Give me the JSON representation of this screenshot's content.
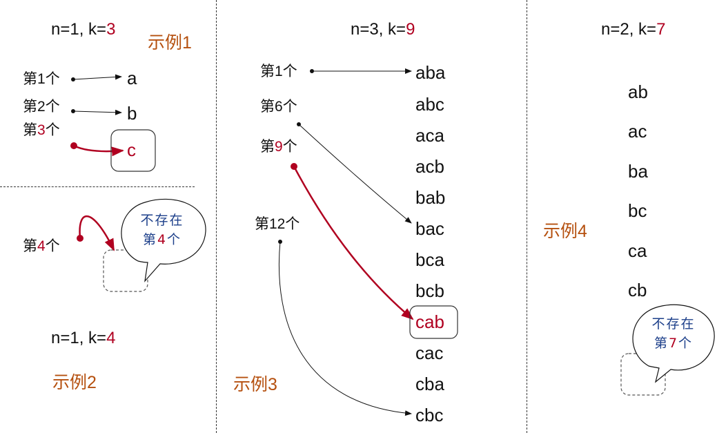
{
  "colors": {
    "highlight": "#b00020",
    "example_label": "#b5500f",
    "bubble_text": "#1c3f8a",
    "text": "#111111"
  },
  "example1": {
    "label": "示例1",
    "params": {
      "prefix": "n=1, k=",
      "k": "3"
    },
    "ranks": [
      {
        "prefix": "第",
        "num": "1",
        "suffix": "个",
        "highlight": false
      },
      {
        "prefix": "第",
        "num": "2",
        "suffix": "个",
        "highlight": false
      },
      {
        "prefix": "第",
        "num": "3",
        "suffix": "个",
        "highlight": true
      }
    ],
    "strings": [
      "a",
      "b",
      "c"
    ],
    "result": "c"
  },
  "example2": {
    "label": "示例2",
    "params": {
      "prefix": "n=1, k=",
      "k": "4"
    },
    "rank": {
      "prefix": "第",
      "num": "4",
      "suffix": "个"
    },
    "bubble": {
      "line1": "不存在",
      "line2_prefix": "第",
      "line2_num": "4",
      "line2_suffix": "个"
    }
  },
  "example3": {
    "label": "示例3",
    "params": {
      "prefix": "n=3, k=",
      "k": "9"
    },
    "ranks": [
      {
        "prefix": "第",
        "num": "1",
        "suffix": "个",
        "highlight": false
      },
      {
        "prefix": "第",
        "num": "6",
        "suffix": "个",
        "highlight": false
      },
      {
        "prefix": "第",
        "num": "9",
        "suffix": "个",
        "highlight": true
      },
      {
        "prefix": "第",
        "num": "12",
        "suffix": "个",
        "highlight": false
      }
    ],
    "strings": [
      "aba",
      "abc",
      "aca",
      "acb",
      "bab",
      "bac",
      "bca",
      "bcb",
      "cab",
      "cac",
      "cba",
      "cbc"
    ],
    "result": "cab"
  },
  "example4": {
    "label": "示例4",
    "params": {
      "prefix": "n=2, k=",
      "k": "7"
    },
    "strings": [
      "ab",
      "ac",
      "ba",
      "bc",
      "ca",
      "cb"
    ],
    "bubble": {
      "line1": "不存在",
      "line2_prefix": "第",
      "line2_num": "7",
      "line2_suffix": "个"
    }
  }
}
